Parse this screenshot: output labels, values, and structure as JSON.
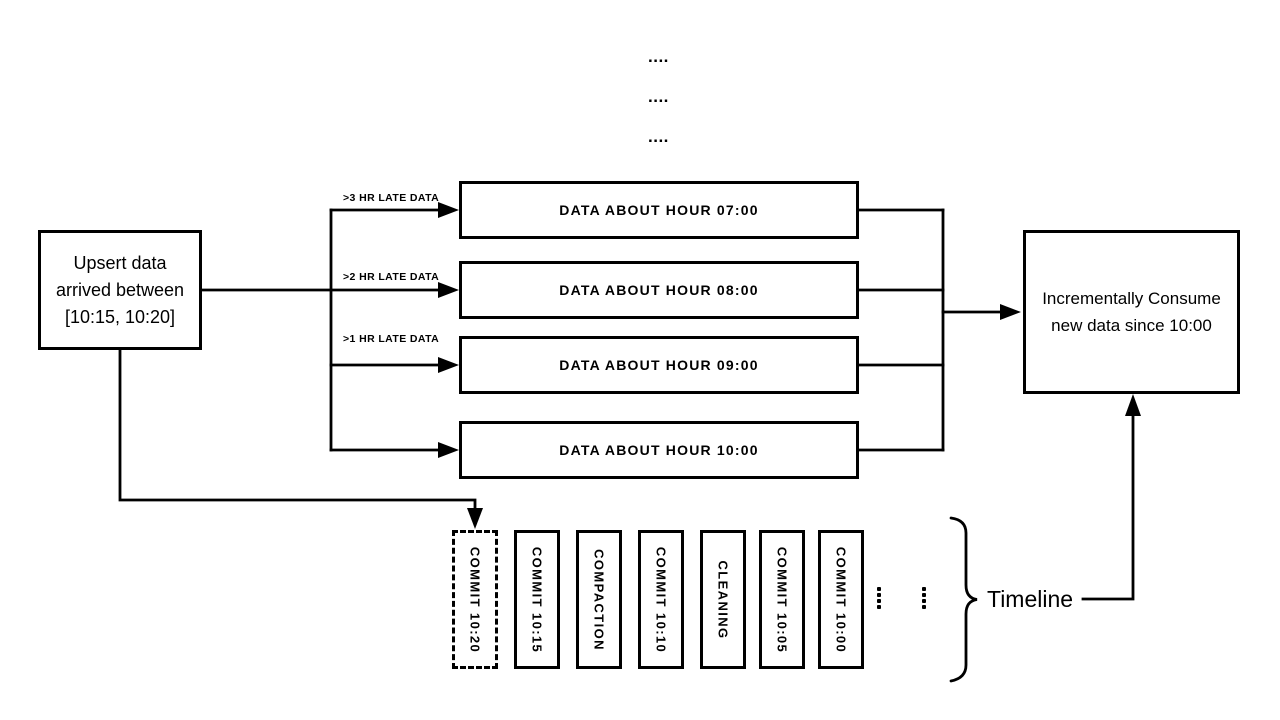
{
  "canvas": {
    "background": "#ffffff",
    "ink": "#000000"
  },
  "continuation": {
    "top_rows": [
      "....",
      "....",
      "...."
    ]
  },
  "source_box": {
    "lines": [
      "Upsert data",
      "arrived between",
      "[10:15, 10:20]"
    ]
  },
  "late_arrows": [
    {
      "label": ">3 HR LATE DATA"
    },
    {
      "label": ">2 HR LATE DATA"
    },
    {
      "label": ">1 HR LATE DATA"
    }
  ],
  "hour_boxes": [
    {
      "label": "DATA ABOUT HOUR 07:00"
    },
    {
      "label": "DATA ABOUT HOUR 08:00"
    },
    {
      "label": "DATA ABOUT HOUR 09:00"
    },
    {
      "label": "DATA ABOUT HOUR 10:00"
    }
  ],
  "consumer_box": {
    "lines": [
      "Incrementally Consume",
      "new data since 10:00"
    ]
  },
  "timeline": {
    "label": "Timeline",
    "entries": [
      {
        "label": "COMMIT 10:20",
        "style": "dashed"
      },
      {
        "label": "COMMIT 10:15",
        "style": "solid"
      },
      {
        "label": "COMPACTION",
        "style": "solid"
      },
      {
        "label": "COMMIT 10:10",
        "style": "solid"
      },
      {
        "label": "CLEANING",
        "style": "solid"
      },
      {
        "label": "COMMIT 10:05",
        "style": "solid"
      },
      {
        "label": "COMMIT 10:00",
        "style": "solid"
      }
    ]
  },
  "icons": {
    "ellipsis_vertical": "vertical-4-dot-ellipsis",
    "brace_right": "}"
  }
}
